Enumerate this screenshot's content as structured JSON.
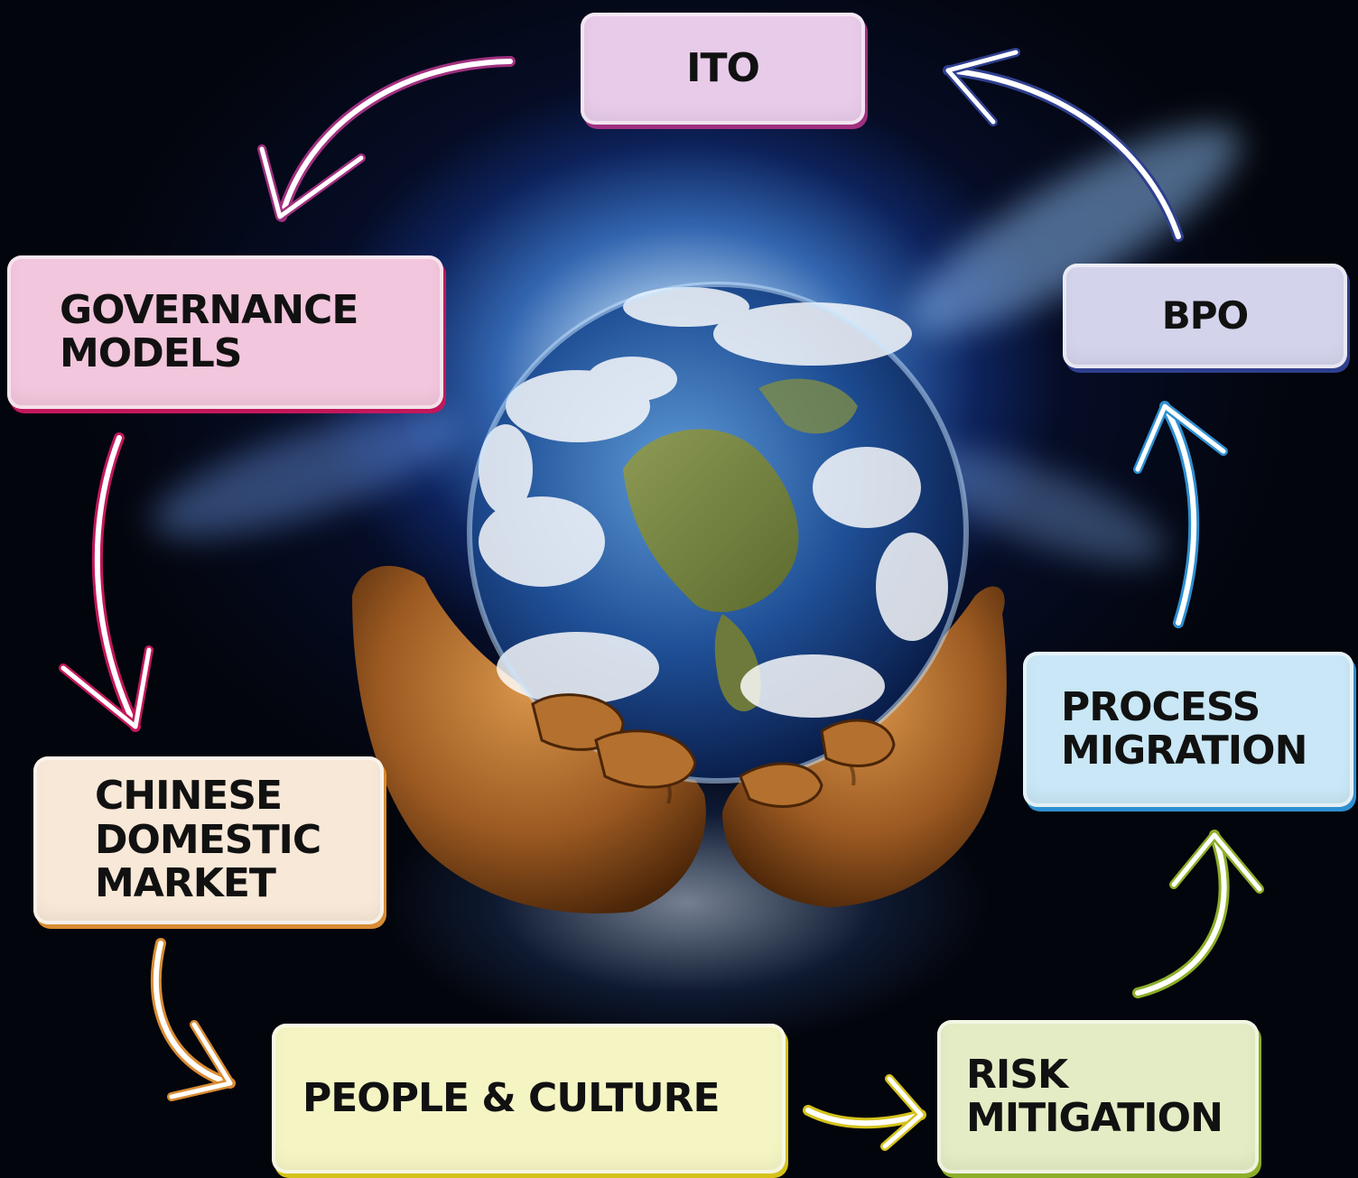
{
  "diagram": {
    "nodes": {
      "ito": "ITO",
      "governance": "GOVERNANCE\nMODELS",
      "bpo": "BPO",
      "process": "PROCESS\nMIGRATION",
      "chinese": "CHINESE\nDOMESTIC\nMARKET",
      "people": "PEOPLE & CULTURE",
      "risk": "RISK\nMITIGATION"
    },
    "flow": [
      "ITO",
      "GOVERNANCE MODELS",
      "CHINESE DOMESTIC MARKET",
      "PEOPLE & CULTURE",
      "RISK MITIGATION",
      "PROCESS MIGRATION",
      "BPO",
      "ITO"
    ],
    "arrow_colors": {
      "ito_to_governance": "#a0307f",
      "governance_to_chinese": "#c2185b",
      "chinese_to_people": "#d98c33",
      "people_to_risk": "#d4c21a",
      "risk_to_process": "#8cae28",
      "process_to_bpo": "#2e8fd0",
      "bpo_to_ito": "#2f3f8f"
    },
    "center_image": "globe-in-hands"
  }
}
